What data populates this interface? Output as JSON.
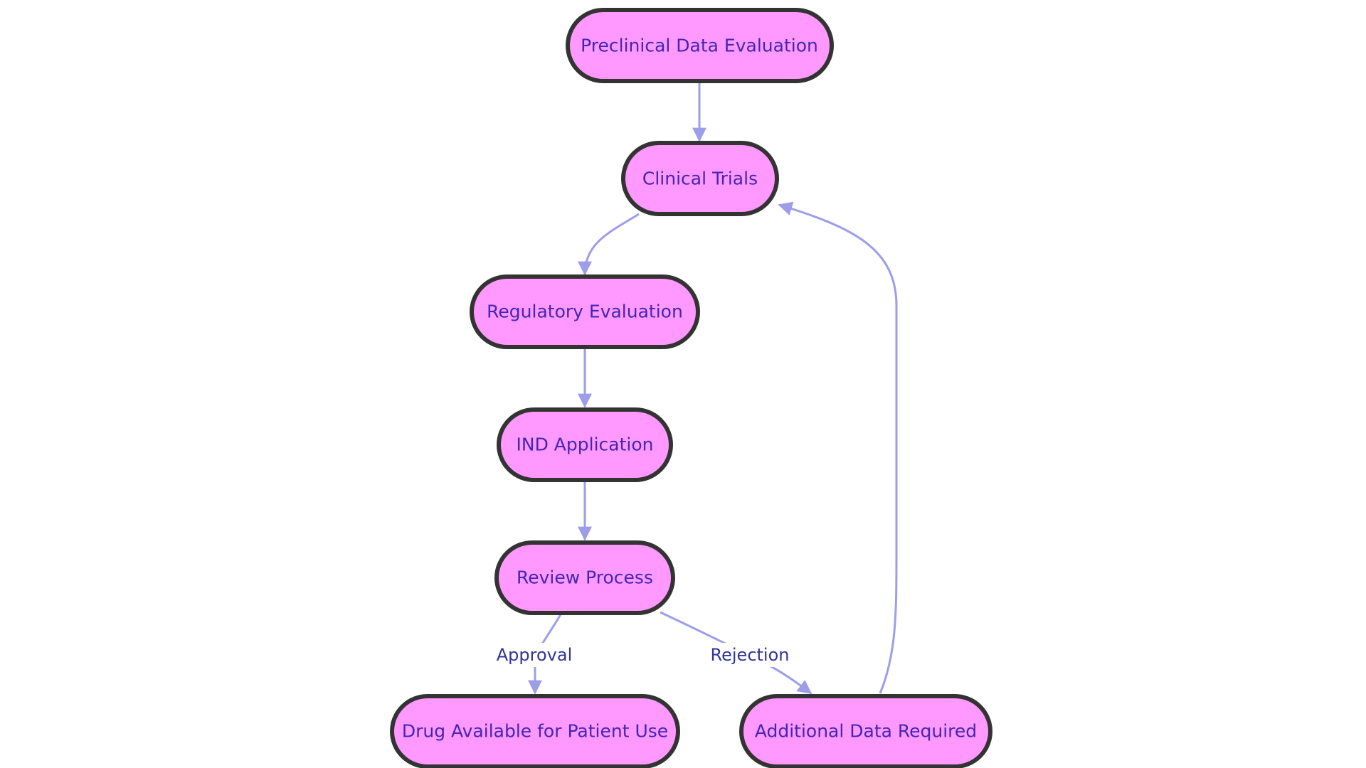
{
  "diagram": {
    "nodes": {
      "preclinical": {
        "label": "Preclinical Data Evaluation"
      },
      "clinical": {
        "label": "Clinical Trials"
      },
      "regulatory": {
        "label": "Regulatory Evaluation"
      },
      "ind": {
        "label": "IND Application"
      },
      "review": {
        "label": "Review Process"
      },
      "drug": {
        "label": "Drug Available for Patient Use"
      },
      "additional": {
        "label": "Additional Data Required"
      }
    },
    "edges": {
      "approval": {
        "label": "Approval"
      },
      "rejection": {
        "label": "Rejection"
      }
    },
    "colors": {
      "node_fill": "#ff99ff",
      "node_stroke": "#333333",
      "node_text": "#4326b4",
      "edge": "#9d9dea",
      "edge_text": "#33339a"
    }
  }
}
